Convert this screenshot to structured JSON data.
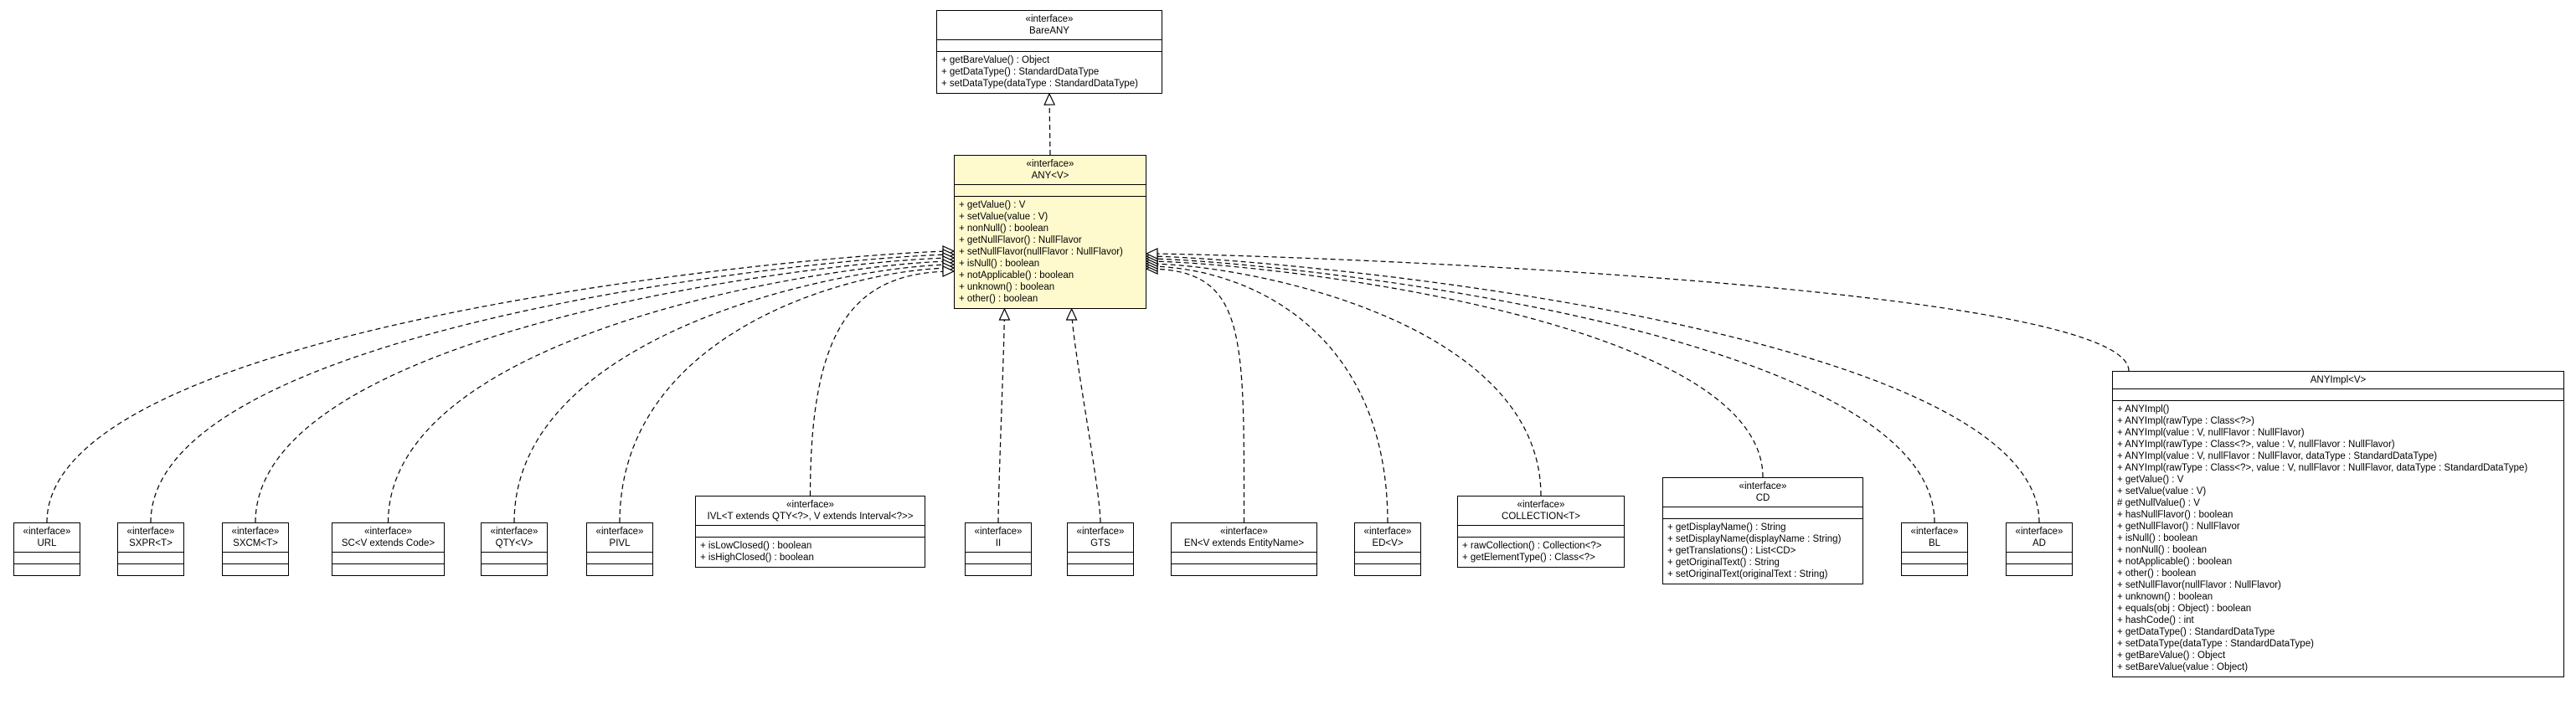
{
  "classes": [
    {
      "id": "bareany",
      "stereotype": "«interface»",
      "name": "BareANY",
      "highlight": false,
      "operations": [
        "+ getBareValue() : Object",
        "+ getDataType() : StandardDataType",
        "+ setDataType(dataType : StandardDataType)"
      ]
    },
    {
      "id": "any",
      "stereotype": "«interface»",
      "name": "ANY<V>",
      "highlight": true,
      "operations": [
        "+ getValue() : V",
        "+ setValue(value : V)",
        "+ nonNull() : boolean",
        "+ getNullFlavor() : NullFlavor",
        "+ setNullFlavor(nullFlavor : NullFlavor)",
        "+ isNull() : boolean",
        "+ notApplicable() : boolean",
        "+ unknown() : boolean",
        "+ other() : boolean"
      ]
    },
    {
      "id": "url",
      "stereotype": "«interface»",
      "name": "URL",
      "highlight": false,
      "operations": []
    },
    {
      "id": "sxpr",
      "stereotype": "«interface»",
      "name": "SXPR<T>",
      "highlight": false,
      "operations": []
    },
    {
      "id": "sxcm",
      "stereotype": "«interface»",
      "name": "SXCM<T>",
      "highlight": false,
      "operations": []
    },
    {
      "id": "sc",
      "stereotype": "«interface»",
      "name": "SC<V extends Code>",
      "highlight": false,
      "operations": []
    },
    {
      "id": "qty",
      "stereotype": "«interface»",
      "name": "QTY<V>",
      "highlight": false,
      "operations": []
    },
    {
      "id": "pivl",
      "stereotype": "«interface»",
      "name": "PIVL",
      "highlight": false,
      "operations": []
    },
    {
      "id": "ivl",
      "stereotype": "«interface»",
      "name": "IVL<T extends QTY<?>, V extends Interval<?>>",
      "highlight": false,
      "operations": [
        "+ isLowClosed() : boolean",
        "+ isHighClosed() : boolean"
      ]
    },
    {
      "id": "ii",
      "stereotype": "«interface»",
      "name": "II",
      "highlight": false,
      "operations": []
    },
    {
      "id": "gts",
      "stereotype": "«interface»",
      "name": "GTS",
      "highlight": false,
      "operations": []
    },
    {
      "id": "en",
      "stereotype": "«interface»",
      "name": "EN<V extends EntityName>",
      "highlight": false,
      "operations": []
    },
    {
      "id": "ed",
      "stereotype": "«interface»",
      "name": "ED<V>",
      "highlight": false,
      "operations": []
    },
    {
      "id": "collection",
      "stereotype": "«interface»",
      "name": "COLLECTION<T>",
      "highlight": false,
      "operations": [
        "+ rawCollection() : Collection<?>",
        "+ getElementType() : Class<?>"
      ]
    },
    {
      "id": "cd",
      "stereotype": "«interface»",
      "name": "CD",
      "highlight": false,
      "operations": [
        "+ getDisplayName() : String",
        "+ setDisplayName(displayName : String)",
        "+ getTranslations() : List<CD>",
        "+ getOriginalText() : String",
        "+ setOriginalText(originalText : String)"
      ]
    },
    {
      "id": "bl",
      "stereotype": "«interface»",
      "name": "BL",
      "highlight": false,
      "operations": []
    },
    {
      "id": "ad",
      "stereotype": "«interface»",
      "name": "AD",
      "highlight": false,
      "operations": []
    },
    {
      "id": "anyimpl",
      "stereotype": "",
      "name": "ANYImpl<V>",
      "highlight": false,
      "operations": [
        "+ ANYImpl()",
        "+ ANYImpl(rawType : Class<?>)",
        "+ ANYImpl(value : V, nullFlavor : NullFlavor)",
        "+ ANYImpl(rawType : Class<?>, value : V, nullFlavor : NullFlavor)",
        "+ ANYImpl(value : V, nullFlavor : NullFlavor, dataType : StandardDataType)",
        "+ ANYImpl(rawType : Class<?>, value : V, nullFlavor : NullFlavor, dataType : StandardDataType)",
        "+ getValue() : V",
        "+ setValue(value : V)",
        "# getNullValue() : V",
        "+ hasNullFlavor() : boolean",
        "+ getNullFlavor() : NullFlavor",
        "+ isNull() : boolean",
        "+ nonNull() : boolean",
        "+ notApplicable() : boolean",
        "+ other() : boolean",
        "+ setNullFlavor(nullFlavor : NullFlavor)",
        "+ unknown() : boolean",
        "+ equals(obj : Object) : boolean",
        "+ hashCode() : int",
        "+ getDataType() : StandardDataType",
        "+ setDataType(dataType : StandardDataType)",
        "+ getBareValue() : Object",
        "+ setBareValue(value : Object)"
      ]
    }
  ],
  "relations": [
    {
      "from": "any",
      "to": "bareany",
      "kind": "realization"
    },
    {
      "from": "url",
      "to": "any",
      "kind": "realization"
    },
    {
      "from": "sxpr",
      "to": "any",
      "kind": "realization"
    },
    {
      "from": "sxcm",
      "to": "any",
      "kind": "realization"
    },
    {
      "from": "sc",
      "to": "any",
      "kind": "realization"
    },
    {
      "from": "qty",
      "to": "any",
      "kind": "realization"
    },
    {
      "from": "pivl",
      "to": "any",
      "kind": "realization"
    },
    {
      "from": "ivl",
      "to": "any",
      "kind": "realization"
    },
    {
      "from": "ii",
      "to": "any",
      "kind": "realization"
    },
    {
      "from": "gts",
      "to": "any",
      "kind": "realization"
    },
    {
      "from": "en",
      "to": "any",
      "kind": "realization"
    },
    {
      "from": "ed",
      "to": "any",
      "kind": "realization"
    },
    {
      "from": "collection",
      "to": "any",
      "kind": "realization"
    },
    {
      "from": "cd",
      "to": "any",
      "kind": "realization"
    },
    {
      "from": "bl",
      "to": "any",
      "kind": "realization"
    },
    {
      "from": "ad",
      "to": "any",
      "kind": "realization"
    },
    {
      "from": "anyimpl",
      "to": "any",
      "kind": "realization"
    }
  ]
}
